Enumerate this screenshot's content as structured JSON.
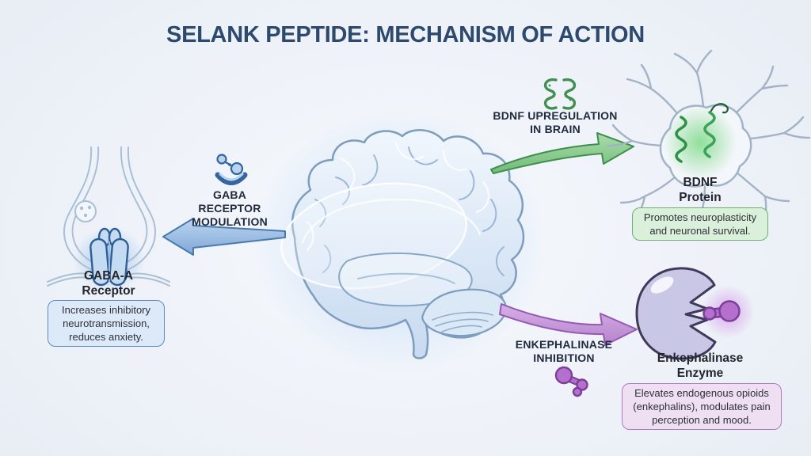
{
  "title": "SELANK PEPTIDE: MECHANISM OF ACTION",
  "colors": {
    "background": "#edf1f7",
    "title_text": "#2d4a6e",
    "gaba_accent": "#6f9bd0",
    "bdnf_accent": "#6fbc77",
    "enkephalinase_accent": "#b46fc9"
  },
  "pathways": {
    "gaba": {
      "icon": "gaba-receptor-ligand-icon",
      "arrow_direction": "left",
      "label_lines": [
        "GABA",
        "RECEPTOR",
        "MODULATION"
      ],
      "target_lines": [
        "GABA-A",
        "Receptor"
      ],
      "caption_lines": [
        "Increases inhibitory",
        "neurotransmission,",
        "reduces anxiety."
      ]
    },
    "bdnf": {
      "icon": "bdnf-protein-dimer-icon",
      "arrow_direction": "right",
      "label_lines": [
        "BDNF UPREGULATION",
        "IN BRAIN"
      ],
      "target_lines": [
        "BDNF",
        "Protein"
      ],
      "caption_lines": [
        "Promotes neuroplasticity",
        "and neuronal survival."
      ]
    },
    "enkephalinase": {
      "icon": "enkephalin-molecule-icon",
      "arrow_direction": "right",
      "label_lines": [
        "ENKEPHALINASE",
        "INHIBITION"
      ],
      "target_lines": [
        "Enkephalinase",
        "Enzyme"
      ],
      "caption_lines": [
        "Elevates endogenous opioids",
        "(enkephalins), modulates pain",
        "perception and mood."
      ]
    }
  }
}
